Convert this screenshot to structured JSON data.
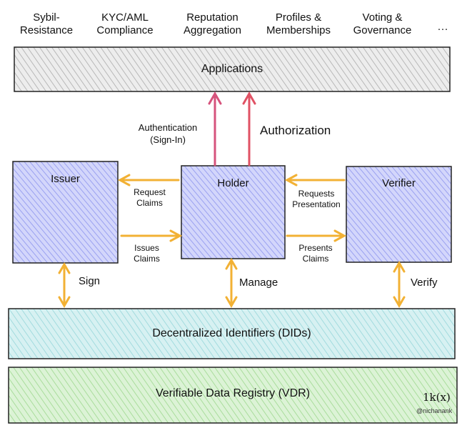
{
  "use_cases": [
    "Sybil-\nResistance",
    "KYC/AML\nCompliance",
    "Reputation\nAggregation",
    "Profiles &\nMemberships",
    "Voting &\nGovernance",
    "···"
  ],
  "layers": {
    "applications": "Applications",
    "dids": "Decentralized Identifiers (DIDs)",
    "vdr": "Verifiable Data Registry (VDR)"
  },
  "roles": {
    "issuer": "Issuer",
    "holder": "Holder",
    "verifier": "Verifier"
  },
  "edges": {
    "authentication": "Authentication\n(Sign-In)",
    "authorization": "Authorization",
    "request_claims": "Request\nClaims",
    "issues_claims": "Issues\nClaims",
    "requests_presentation": "Requests\nPresentation",
    "presents_claims": "Presents\nClaims",
    "sign": "Sign",
    "manage": "Manage",
    "verify": "Verify"
  },
  "brand": {
    "logo": "1k(x)",
    "handle": "@nichanank"
  },
  "colors": {
    "applications_fill": "#d9d9d9",
    "role_fill": "#b3b8f5",
    "dids_fill": "#b9e4e6",
    "vdr_fill": "#bfe8b6",
    "arrow_orange": "#f2b134",
    "arrow_red": "#e05264",
    "arrow_pink": "#d6537c"
  }
}
